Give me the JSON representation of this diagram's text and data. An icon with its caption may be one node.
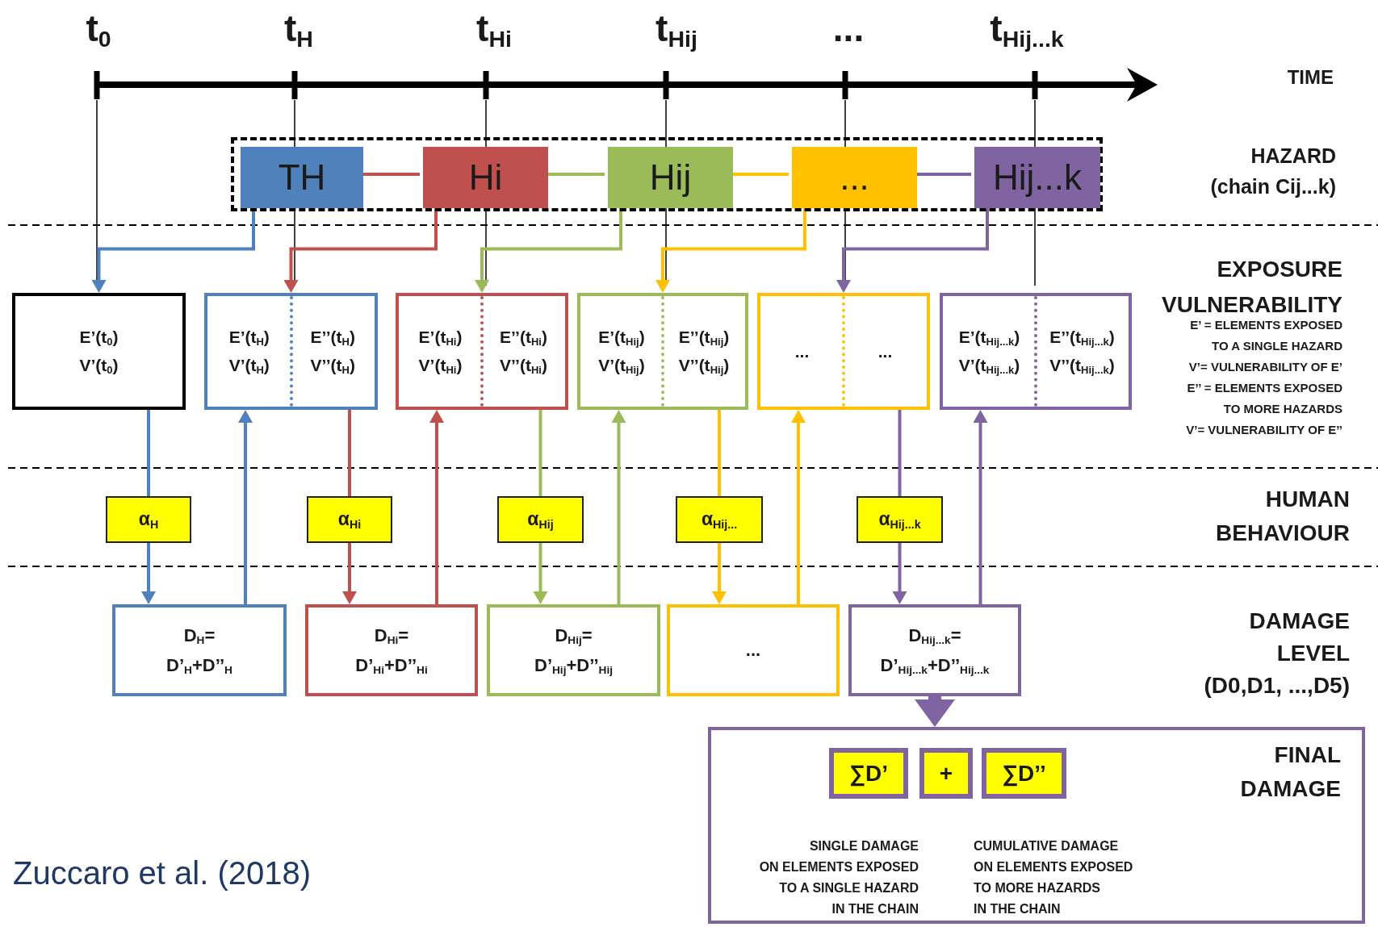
{
  "diagram": {
    "caption": "Zuccaro et al. (2018)",
    "nodes": [
      {
        "text": [],
        "shape": "box"
      },
      {
        "text": [
          "TH"
        ],
        "in": 0
      },
      {
        "text": [
          "Hi"
        ],
        "in": 0
      },
      {
        "text": [
          "Hij"
        ],
        "in": 0
      },
      {
        "text": [
          "..."
        ],
        "in": 0
      },
      {
        "text": [
          "Hij...k"
        ],
        "in": 0
      },
      {
        "text": [
          "E’(t$_{0}$)",
          "V’(t$_{0}$)"
        ]
      },
      {
        "text": [
          "E’(t$_{H}$)",
          "V’(t$_{H}$)",
          "E’’(t$_{H}$)",
          "V’’(t$_{H}$)"
        ]
      },
      {
        "text": [
          "E’(t$_{Hi}$)",
          "V’(t$_{Hi}$)",
          "E’’(t$_{Hi}$)",
          "V’’(t$_{Hi}$)"
        ]
      },
      {
        "text": [
          "E’(t$_{Hij}$)",
          "V’(t$_{Hij}$)",
          "E’’(t$_{Hij}$)",
          "V’’(t$_{Hij}$)"
        ]
      },
      {
        "text": [
          "...",
          "..."
        ]
      },
      {
        "text": [
          "E’(t$_{Hij...k}$)",
          "V’(t$_{Hij...k}$)",
          "E’’(t$_{Hij...k}$)",
          "V’’(t$_{Hij...k}$)"
        ]
      },
      {
        "text": [
          "α$_{H}$"
        ]
      },
      {
        "text": [
          "α$_{Hi}$"
        ]
      },
      {
        "text": [
          "α$_{Hij}$"
        ]
      },
      {
        "text": [
          "α$_{Hij...}$"
        ]
      },
      {
        "text": [
          "α$_{Hij...k}$"
        ]
      },
      {
        "text": [
          "D$_{H}$=",
          "D’$_{H}$+D’’$_{H}$"
        ]
      },
      {
        "text": [
          "D$_{Hi}$=",
          "D’$_{Hi}$+D’’$_{Hi}$"
        ]
      },
      {
        "text": [
          "D$_{Hij}$=",
          "D’$_{Hij}$+D’’$_{Hij}$"
        ]
      },
      {
        "text": [
          "..."
        ]
      },
      {
        "text": [
          "D$_{Hij...k}$=",
          "D’$_{Hij...k}$+D’’$_{Hij...k}$"
        ]
      },
      {
        "text": [
          "FINAL DAMAGE"
        ]
      },
      {
        "text": [
          "∑D’"
        ],
        "in": 22
      },
      {
        "text": [
          "+"
        ],
        "in": 22
      },
      {
        "text": [
          "∑D’’"
        ],
        "in": 22
      }
    ],
    "edges": [
      {
        "from": 1,
        "to": 2,
        "arrow": "none",
        "color": "#c0504d"
      },
      {
        "from": 2,
        "to": 3,
        "arrow": "none",
        "color": "#9bbb59"
      },
      {
        "from": 3,
        "to": 4,
        "arrow": "none",
        "color": "#ffc000"
      },
      {
        "from": 4,
        "to": 5,
        "arrow": "none",
        "color": "#8064a2"
      },
      {
        "from": 1,
        "to": 6,
        "arrow": "to",
        "color": "#4f81bd"
      },
      {
        "from": 2,
        "to": 7,
        "arrow": "to",
        "color": "#c0504d"
      },
      {
        "from": 3,
        "to": 8,
        "arrow": "to",
        "color": "#9bbb59"
      },
      {
        "from": 4,
        "to": 9,
        "arrow": "to",
        "color": "#ffc000"
      },
      {
        "from": 5,
        "to": 10,
        "arrow": "to",
        "color": "#8064a2"
      },
      {
        "from": 6,
        "to": 12,
        "arrow": "none",
        "color": "#4f81bd"
      },
      {
        "from": 12,
        "to": 17,
        "arrow": "to",
        "color": "#4f81bd"
      },
      {
        "from": 17,
        "to": 7,
        "arrow": "to",
        "color": "#4f81bd"
      },
      {
        "from": 7,
        "to": 13,
        "arrow": "none",
        "color": "#c0504d"
      },
      {
        "from": 13,
        "to": 18,
        "arrow": "to",
        "color": "#c0504d"
      },
      {
        "from": 18,
        "to": 8,
        "arrow": "to",
        "color": "#c0504d"
      },
      {
        "from": 8,
        "to": 14,
        "arrow": "none",
        "color": "#9bbb59"
      },
      {
        "from": 14,
        "to": 19,
        "arrow": "to",
        "color": "#9bbb59"
      },
      {
        "from": 19,
        "to": 9,
        "arrow": "to",
        "color": "#9bbb59"
      },
      {
        "from": 9,
        "to": 15,
        "arrow": "none",
        "color": "#ffc000"
      },
      {
        "from": 15,
        "to": 20,
        "arrow": "to",
        "color": "#ffc000"
      },
      {
        "from": 20,
        "to": 10,
        "arrow": "to",
        "color": "#ffc000"
      },
      {
        "from": 10,
        "to": 16,
        "arrow": "none",
        "color": "#8064a2"
      },
      {
        "from": 16,
        "to": 21,
        "arrow": "to",
        "color": "#8064a2"
      },
      {
        "from": 21,
        "to": 11,
        "arrow": "to",
        "color": "#8064a2"
      },
      {
        "from": 21,
        "to": 22,
        "arrow": "to",
        "style": "thick",
        "color": "#8064a2"
      }
    ],
    "labels": [
      "t$_{0}$",
      "t$_{H}$",
      "t$_{Hi}$",
      "t$_{Hij}$",
      "...",
      "t$_{Hij...k}$",
      "TIME",
      "HAZARD (chain Cij...k)",
      "EXPOSURE VULNERABILITY",
      "E’ = ELEMENTS EXPOSED TO A SINGLE HAZARD",
      "V’= VULNERABILITY OF E’",
      "E’’ = ELEMENTS EXPOSED TO MORE HAZARDS",
      "V’= VULNERABILITY OF E’’",
      "HUMAN BEHAVIOUR",
      "DAMAGE LEVEL (D0,D1, ...,D5)",
      "SINGLE DAMAGE ON ELEMENTS EXPOSED TO A SINGLE HAZARD IN THE CHAIN",
      "CUMULATIVE DAMAGE ON ELEMENTS EXPOSED TO MORE HAZARDS IN THE CHAIN"
    ]
  }
}
